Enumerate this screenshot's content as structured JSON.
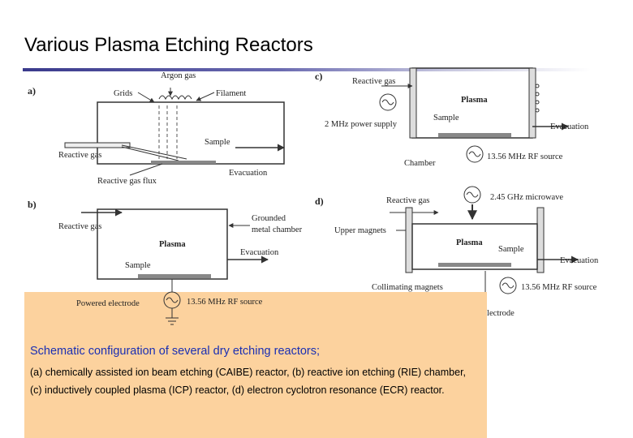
{
  "title": "Various Plasma Etching Reactors",
  "figure": {
    "a": {
      "label": "a)",
      "argon_gas": "Argon gas",
      "grids": "Grids",
      "filament": "Filament",
      "sample": "Sample",
      "reactive_gas": "Reactive gas",
      "evacuation": "Evacuation",
      "reactive_gas_flux": "Reactive gas flux"
    },
    "b": {
      "label": "b)",
      "reactive_gas": "Reactive gas",
      "grounded_1": "Grounded",
      "grounded_2": "metal chamber",
      "plasma": "Plasma",
      "evacuation": "Evacuation",
      "sample": "Sample",
      "powered_electrode": "Powered electrode",
      "rf_source": "13.56 MHz RF source"
    },
    "c": {
      "label": "c)",
      "reactive_gas": "Reactive gas",
      "plasma": "Plasma",
      "sample": "Sample",
      "power_supply": "2 MHz power supply",
      "evacuation": "Evacuation",
      "chamber": "Chamber",
      "rf_source": "13.56 MHz RF source"
    },
    "d": {
      "label": "d)",
      "reactive_gas": "Reactive gas",
      "microwave": "2.45 GHz microwave",
      "upper_magnets": "Upper magnets",
      "plasma": "Plasma",
      "sample": "Sample",
      "evacuation": "Evacuation",
      "collimating_magnets": "Collimating magnets",
      "rf_source": "13.56 MHz RF source",
      "powered_electrode": "Powered electrode"
    }
  },
  "caption": {
    "heading": "Schematic configuration of several dry etching reactors;",
    "line1": "(a) chemically assisted ion beam etching (CAIBE) reactor, (b) reactive ion etching (RIE) chamber,",
    "line2": "(c) inductively coupled plasma (ICP) reactor, (d) electron cyclotron resonance (ECR) reactor."
  },
  "colors": {
    "caption_background": "#fcd29e",
    "caption_heading": "#1a2fb3",
    "title_rule": "#3a3a8c"
  }
}
